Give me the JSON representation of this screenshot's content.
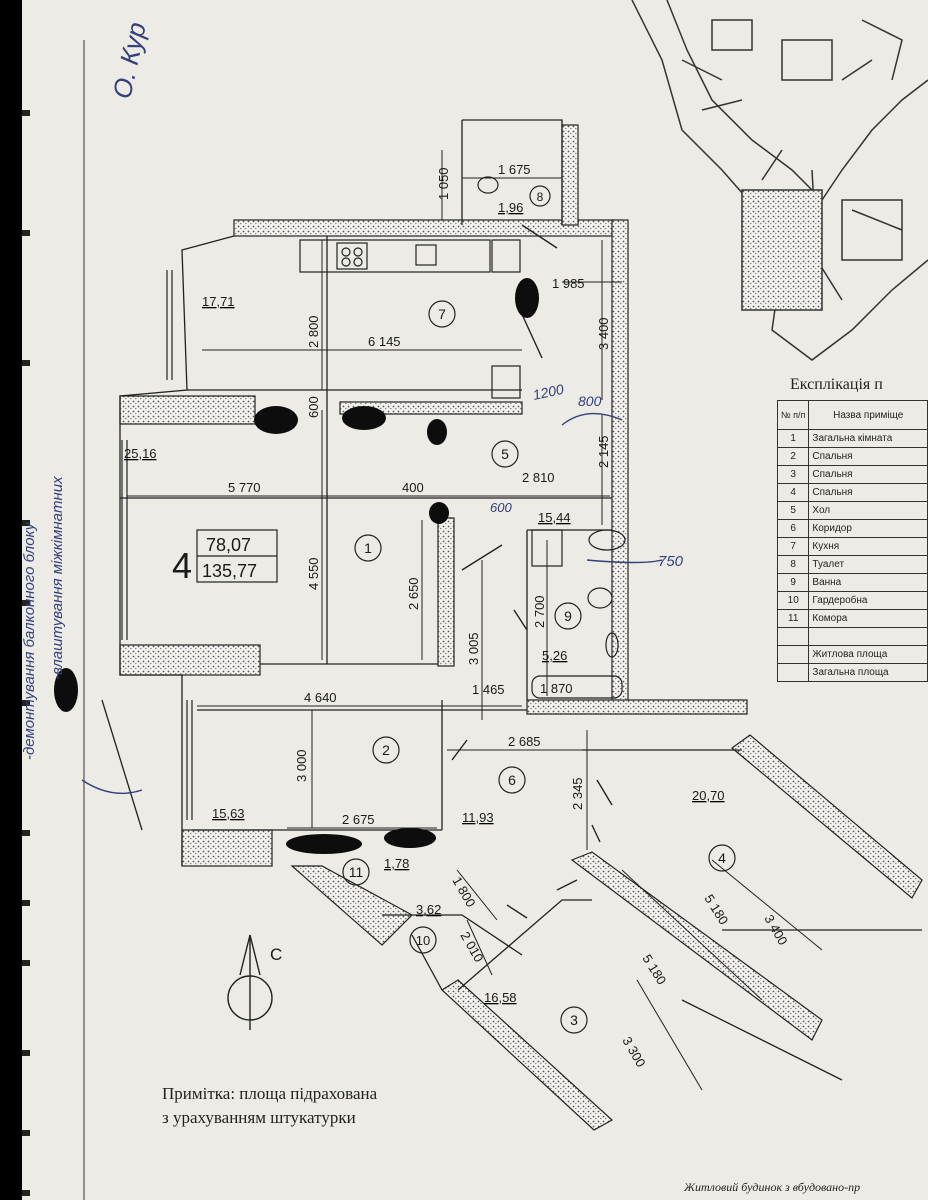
{
  "apartment": {
    "rooms_count": "4",
    "living_area": "78,07",
    "total_area": "135,77"
  },
  "rooms": [
    {
      "no": "1",
      "area": "25,16"
    },
    {
      "no": "2",
      "area": "15,63"
    },
    {
      "no": "3",
      "area": "16,58"
    },
    {
      "no": "4",
      "area": "20,70"
    },
    {
      "no": "5",
      "area": "15,44"
    },
    {
      "no": "6",
      "area": "11,93"
    },
    {
      "no": "7",
      "area": "17,71"
    },
    {
      "no": "8",
      "area": "1,96"
    },
    {
      "no": "9",
      "area": "5,26"
    },
    {
      "no": "10",
      "area": "3,62"
    },
    {
      "no": "11",
      "area": "1,78"
    }
  ],
  "dimensions": {
    "d1050": "1 050",
    "d1675": "1 675",
    "d1985": "1 985",
    "d2800": "2 800",
    "d6145": "6 145",
    "d3400a": "3 400",
    "d600": "600",
    "d400": "400",
    "d5770": "5 770",
    "d2810": "2 810",
    "d2145": "2 145",
    "d4550": "4 550",
    "d2650": "2 650",
    "d3005": "3 005",
    "d2700": "2 700",
    "d4640": "4 640",
    "d1465": "1 465",
    "d1870": "1 870",
    "d2685": "2 685",
    "d3000": "3 000",
    "d2345": "2 345",
    "d2675": "2 675",
    "d1800": "1 800",
    "d2010": "2 010",
    "d5180a": "5 180",
    "d3400b": "3 400",
    "d5180b": "5 180",
    "d3300": "3 300"
  },
  "compass_label": "С",
  "explication": {
    "title": "Експлікація п",
    "header": {
      "no": "№ п/п",
      "name": "Назва приміще"
    },
    "rows": [
      {
        "no": "1",
        "name": "Загальна кімната"
      },
      {
        "no": "2",
        "name": "Спальня"
      },
      {
        "no": "3",
        "name": "Спальня"
      },
      {
        "no": "4",
        "name": "Спальня"
      },
      {
        "no": "5",
        "name": "Хол"
      },
      {
        "no": "6",
        "name": "Коридор"
      },
      {
        "no": "7",
        "name": "Кухня"
      },
      {
        "no": "8",
        "name": "Туалет"
      },
      {
        "no": "9",
        "name": "Ванна"
      },
      {
        "no": "10",
        "name": "Гардеробна"
      },
      {
        "no": "11",
        "name": "Комора"
      }
    ],
    "summary": [
      "Житлова площа",
      "Загальна площа"
    ]
  },
  "note": {
    "line1": "Примітка: площа підрахована",
    "line2": "з урахуванням штукатурки"
  },
  "footer": "Житловий будинок з вбудовано-пр",
  "handwriting": {
    "h1": "1200",
    "h2": "800",
    "h3": "600",
    "h4": "750",
    "margin1": "-демонтування балконного блоку",
    "margin2": "-влаштування міжкімнатних",
    "corner": "О. Кур"
  }
}
